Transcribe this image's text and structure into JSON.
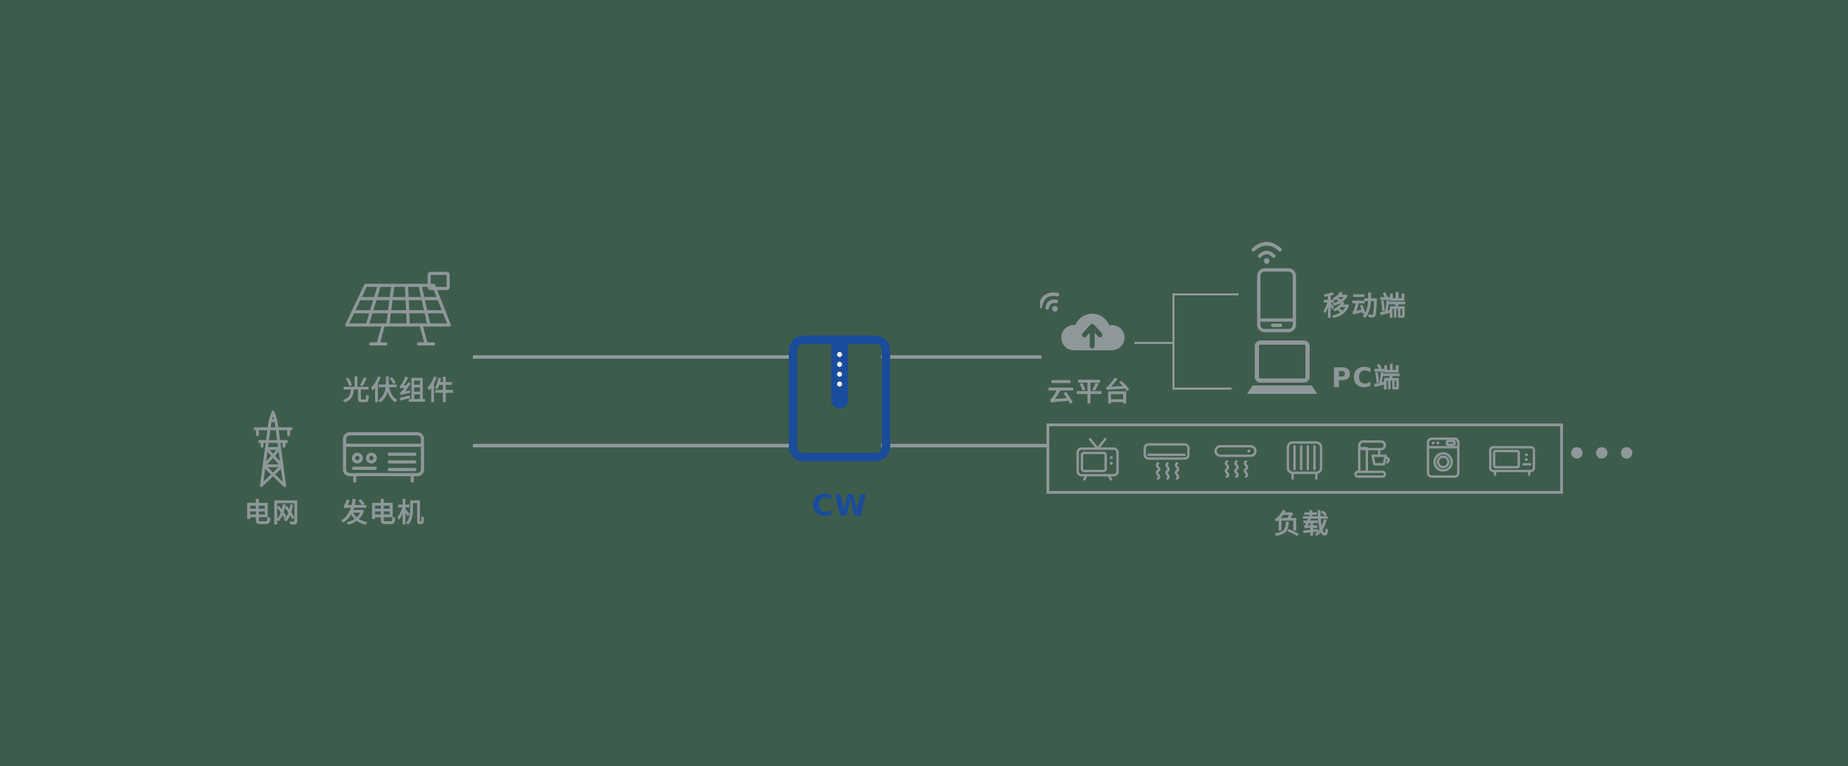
{
  "diagram": {
    "colors": {
      "background": "#3E5C4B",
      "icon_gray": "#8E979A",
      "accent_blue": "#1A4C9C"
    },
    "inverter": {
      "label": "CW",
      "icon": "inverter-icon"
    },
    "sources": {
      "pv": {
        "label": "光伏组件",
        "icon": "solar-panel-icon"
      },
      "grid": {
        "label": "电网",
        "icon": "transmission-tower-icon"
      },
      "generator": {
        "label": "发电机",
        "icon": "generator-icon"
      }
    },
    "cloud": {
      "label": "云平台",
      "icon": "cloud-upload-wifi-icon"
    },
    "clients": {
      "mobile": {
        "label": "移动端",
        "icon": "smartphone-wifi-icon"
      },
      "pc": {
        "label": "PC端",
        "icon": "laptop-icon"
      }
    },
    "load": {
      "label": "负载",
      "ellipsis": "•••",
      "appliances": [
        "tv-icon",
        "air-conditioner-icon",
        "heater-icon",
        "radiator-icon",
        "stand-mixer-icon",
        "washing-machine-icon",
        "microwave-icon"
      ]
    }
  }
}
